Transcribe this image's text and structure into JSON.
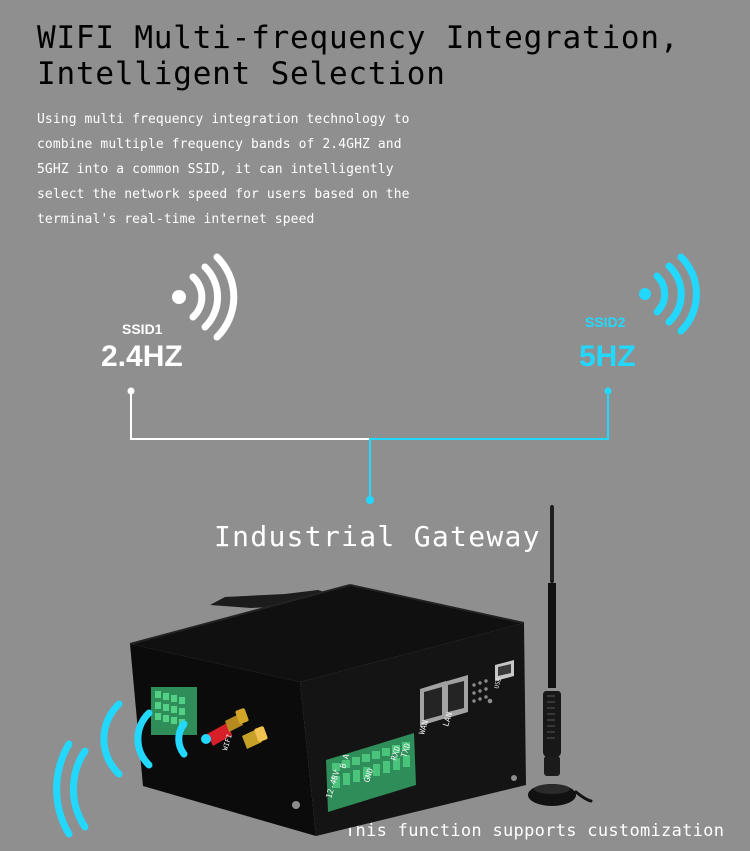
{
  "header": {
    "title_lines": [
      "WIFI Multi-frequency Integration,",
      "Intelligent Selection"
    ]
  },
  "description": {
    "lines": [
      "Using multi frequency integration technology to",
      "combine multiple frequency bands of 2.4GHZ and",
      "5GHZ into a common SSID, it can intelligently",
      "select the network speed for users based on the",
      "terminal's real-time internet speed"
    ]
  },
  "bands": {
    "left": {
      "ssid_label": "SSID1",
      "frequency_label": "2.4HZ"
    },
    "right": {
      "ssid_label": "SSID2",
      "frequency_label": "5HZ"
    }
  },
  "device": {
    "title": "Industrial Gateway",
    "ports": {
      "power_marks": "+  -",
      "ab_marks": "B A",
      "gnd_mark": "GND",
      "voltage_mark": "12-48V",
      "rxd_mark": "RXD",
      "txd_mark": "TXD",
      "wan_port_label": "WAN",
      "lan_port_label": "LAN",
      "usb_label": "USB",
      "sma_label": "WIFI"
    }
  },
  "footer": {
    "customization_note": "This function supports customization"
  },
  "colors": {
    "background": "#8f8f8f",
    "text_primary": "#ffffff",
    "headline": "#000000",
    "accent_cyan": "#22d8ff",
    "line_white": "#ffffff",
    "device_body": "#141414",
    "terminal_green": "#37b56c",
    "antenna_red": "#c81d24"
  },
  "icons": {
    "wifi_left": "wifi-signal-icon",
    "wifi_right": "wifi-signal-icon",
    "wifi_lower_left": "wifi-signal-icon",
    "antenna": "antenna-icon"
  }
}
